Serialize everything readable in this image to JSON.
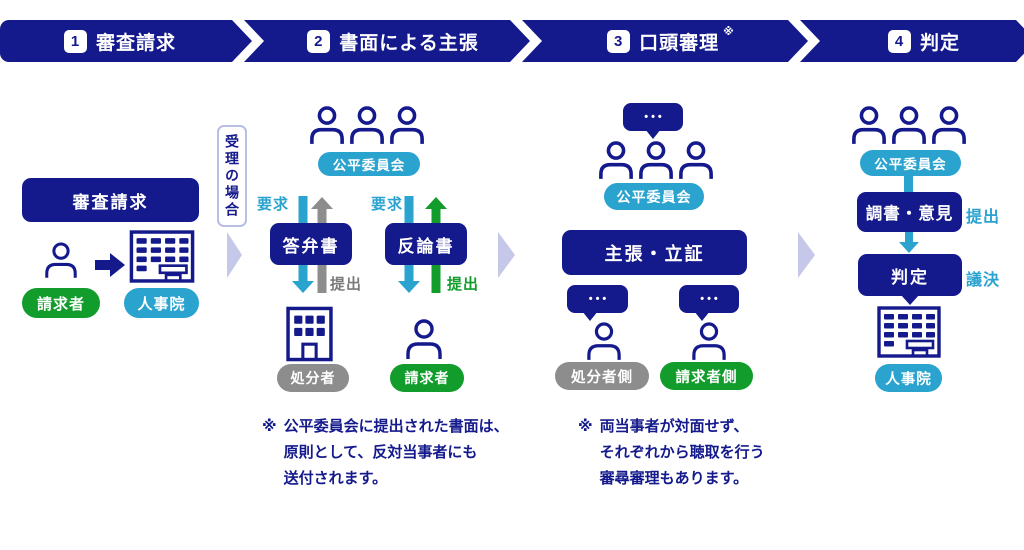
{
  "colors": {
    "navy": "#14198c",
    "cyan": "#2aa3cf",
    "green": "#119c2b",
    "gray": "#8d8d8d",
    "lavender": "#c5c8e8"
  },
  "header": {
    "steps": [
      {
        "num": "1",
        "label": "審査請求"
      },
      {
        "num": "2",
        "label": "書面による主張"
      },
      {
        "num": "3",
        "label": "口頭審理",
        "sup": "※"
      },
      {
        "num": "4",
        "label": "判定"
      }
    ]
  },
  "stage1": {
    "request_box": "審査請求",
    "claimant_label": "請求者",
    "npa_label": "人事院",
    "acceptance_label": "受理の場合"
  },
  "stage2": {
    "committee_label": "公平委員会",
    "answer": {
      "request_label": "要求",
      "box": "答弁書",
      "submit_label": "提出",
      "party_label": "処分者"
    },
    "rebuttal": {
      "request_label": "要求",
      "box": "反論書",
      "submit_label": "提出",
      "party_label": "請求者"
    },
    "note": {
      "mark": "※",
      "line1": "公平委員会に提出された書面は、",
      "line2": "原則として、反対当事者にも",
      "line3": "送付されます。"
    }
  },
  "stage3": {
    "bubble_dots": "•••",
    "committee_label": "公平委員会",
    "claim_box": "主張・立証",
    "disposer_label": "処分者側",
    "claimant_label": "請求者側",
    "note": {
      "mark": "※",
      "line1": "両当事者が対面せず、",
      "line2": "それぞれから聴取を行う",
      "line3": "審尋審理もあります。"
    }
  },
  "stage4": {
    "committee_label": "公平委員会",
    "record_box": "調書・意見",
    "record_side": "提出",
    "decision_box": "判定",
    "decision_side": "議決",
    "npa_label": "人事院"
  }
}
